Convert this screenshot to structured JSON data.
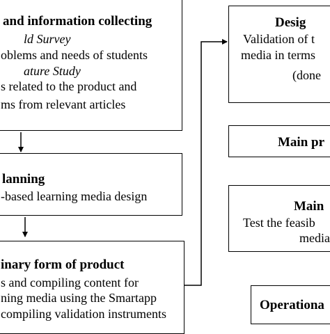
{
  "left_column": {
    "box1": {
      "title": "and information collecting",
      "sub1_heading": "ld Survey",
      "sub1_text": "oblems and needs of students",
      "sub2_heading": "ature Study",
      "sub2_text_1": "s related to the product and",
      "sub2_text_2": "ms from relevant articles"
    },
    "box2": {
      "title": "lanning",
      "text": "-based learning media design"
    },
    "box3": {
      "title": "inary form of product",
      "text_1": "s and compiling content for",
      "text_2": "ning media using the Smartapp",
      "text_3": "compiling validation instruments"
    }
  },
  "right_column": {
    "box1": {
      "title": "Desig",
      "text_1": "Validation of t",
      "text_2": "media in terms",
      "text_3": "(done"
    },
    "box2": {
      "title": "Main pr"
    },
    "box3": {
      "title": "Main",
      "text_1": "Test the feasib",
      "text_2": "media"
    },
    "box4": {
      "title": "Operationa"
    }
  }
}
